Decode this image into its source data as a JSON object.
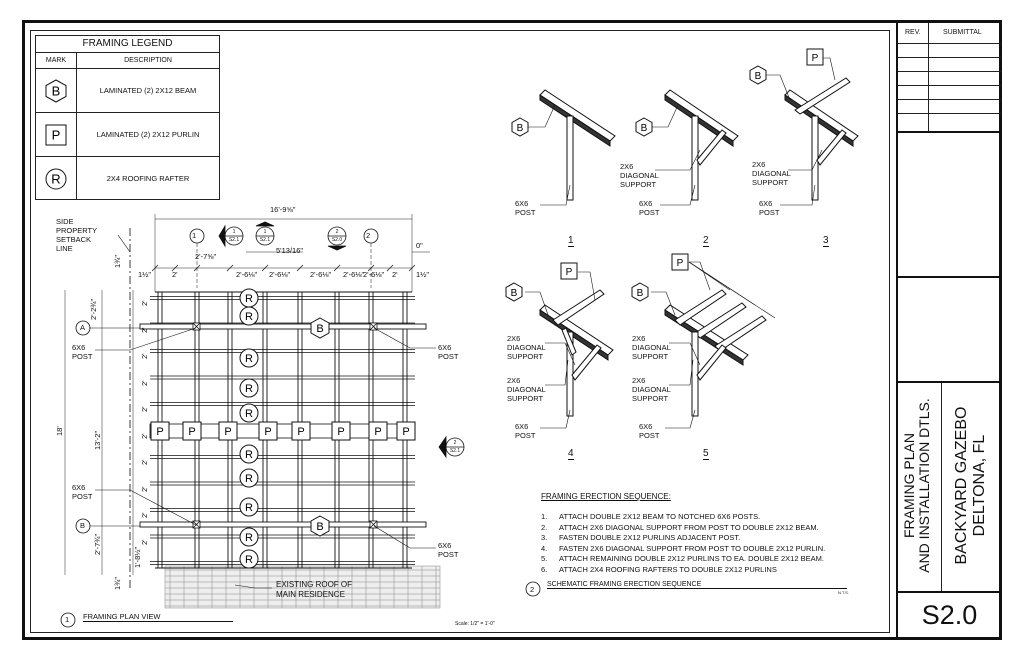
{
  "legend": {
    "title": "FRAMING LEGEND",
    "col_mark": "MARK",
    "col_desc": "DESCRIPTION",
    "rows": [
      {
        "mark": "B",
        "shape": "hexagon",
        "desc": "LAMINATED (2) 2X12 BEAM"
      },
      {
        "mark": "P",
        "shape": "square",
        "desc": "LAMINATED (2) 2X12 PURLIN"
      },
      {
        "mark": "R",
        "shape": "circle",
        "desc": "2X4 ROOFING RAFTER"
      }
    ]
  },
  "plan": {
    "setback_note": [
      "SIDE",
      "PROPERTY",
      "SETBACK",
      "LINE"
    ],
    "overall_width": "16'-9⅝\"",
    "dim_zero": "0\"",
    "top_dims": [
      "1½\"",
      "2'",
      "2'-7⅝\"",
      "2'-6⅛\"",
      "2'-6⅛\"",
      "2'-6⅛\"",
      "2'-6⅛\"",
      "2'-6⅛\"",
      "2'",
      "1½\""
    ],
    "mid_dim": "5'13/16\"",
    "left_dims": [
      "1¾\"",
      "2'-2¾\"",
      "13'-2\"",
      "2'-7¾\"",
      "1'-8½\"",
      "1¾\""
    ],
    "overall_height": "18'",
    "row_dims": [
      "2'",
      "2'",
      "2'",
      "2'",
      "2'",
      "2'",
      "2'",
      "2'",
      "2'",
      "2'"
    ],
    "grid_numbers": [
      "1",
      "2"
    ],
    "grid_letters": [
      "A",
      "B"
    ],
    "section_markers": [
      {
        "num": "1",
        "sheet": "S2.1"
      },
      {
        "num": "1",
        "sheet": "S2.1"
      },
      {
        "num": "2",
        "sheet": "S2.0"
      },
      {
        "num": "2",
        "sheet": "S2.1"
      }
    ],
    "post_label": [
      "6X6",
      "POST"
    ],
    "roof_note": [
      "EXISTING ROOF OF",
      "MAIN RESIDENCE"
    ],
    "view_num": "1",
    "view_title": "FRAMING PLAN VIEW",
    "scale": "Scale: 1/2\" = 1'-0\"",
    "mark_B": "B",
    "mark_P": "P",
    "mark_R": "R"
  },
  "isos": {
    "post": [
      "6X6",
      "POST"
    ],
    "diag": [
      "2X6",
      "DIAGONAL",
      "SUPPORT"
    ],
    "numbers": [
      "1",
      "2",
      "3",
      "4",
      "5"
    ]
  },
  "sequence": {
    "title": "FRAMING ERECTION SEQUENCE:",
    "steps": [
      {
        "n": "1.",
        "text": "ATTACH DOUBLE 2X12 BEAM TO NOTCHED 6X6 POSTS."
      },
      {
        "n": "2.",
        "text": "ATTACH 2X6 DIAGONAL SUPPORT FROM POST TO DOUBLE 2X12 BEAM."
      },
      {
        "n": "3.",
        "text": "FASTEN DOUBLE 2X12 PURLINS ADJACENT POST."
      },
      {
        "n": "4.",
        "text": "FASTEN 2X6 DIAGONAL SUPPORT FROM POST TO DOUBLE 2X12 PURLIN."
      },
      {
        "n": "5.",
        "text": "ATTACH REMAINING DOUBLE 2X12 PURLINS TO EA. DOUBLE 2X12 BEAM."
      },
      {
        "n": "6.",
        "text": "ATTACH 2X4 ROOFING RAFTERS TO DOUBLE 2X12 PURLINS"
      }
    ],
    "view_num": "2",
    "view_title": "SCHEMATIC FRAMING ERECTION SEQUENCE",
    "nts": "N.T.S."
  },
  "titleblock": {
    "rev": "REV.",
    "submittal": "SUBMITTAL",
    "drawing_title": [
      "FRAMING PLAN",
      "AND INSTALLATION DTLS."
    ],
    "project": [
      "BACKYARD GAZEBO",
      "DELTONA, FL"
    ],
    "sheet_no": "S2.0"
  }
}
